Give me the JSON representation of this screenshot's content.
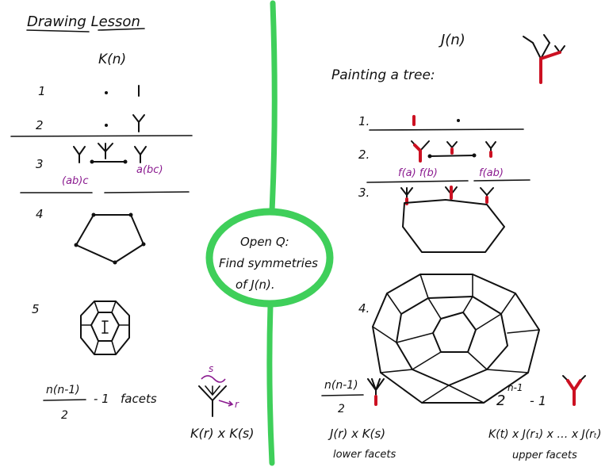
{
  "left": {
    "title": "Drawing Lesson",
    "header": "K(n)",
    "rows": [
      "1",
      "2",
      "3",
      "4",
      "5"
    ],
    "label_ab_c": "(ab)c",
    "label_a_bc": "a(bc)",
    "facet_formula_num": "n(n-1)",
    "facet_formula_den": "2",
    "facet_formula_rest": "- 1   facets",
    "subtree_s": "s",
    "subtree_r": "r",
    "product": "K(r) x K(s)"
  },
  "center": {
    "lines": [
      "Open Q:",
      "Find symmetries",
      "of J(n)."
    ]
  },
  "right": {
    "header": "J(n)",
    "subtitle": "Painting a tree:",
    "rows": [
      "1.",
      "2.",
      "3.",
      "4."
    ],
    "label_fa_fb": "f(a) f(b)",
    "label_fab": "f(ab)",
    "lower_num": "n(n-1)",
    "lower_den": "2",
    "lower_product": "J(r) x K(s)",
    "lower_caption": "lower facets",
    "upper_exp": "n-1",
    "upper_base": "2",
    "upper_minus": "- 1",
    "upper_product": "K(t) x J(r₁) x … x J(rₜ)",
    "upper_caption": "upper facets"
  },
  "colors": {
    "ink": "#111111",
    "paint": "#cc1122",
    "accent_purple": "#8a1a8f",
    "divider_green": "#3fcf5a"
  }
}
